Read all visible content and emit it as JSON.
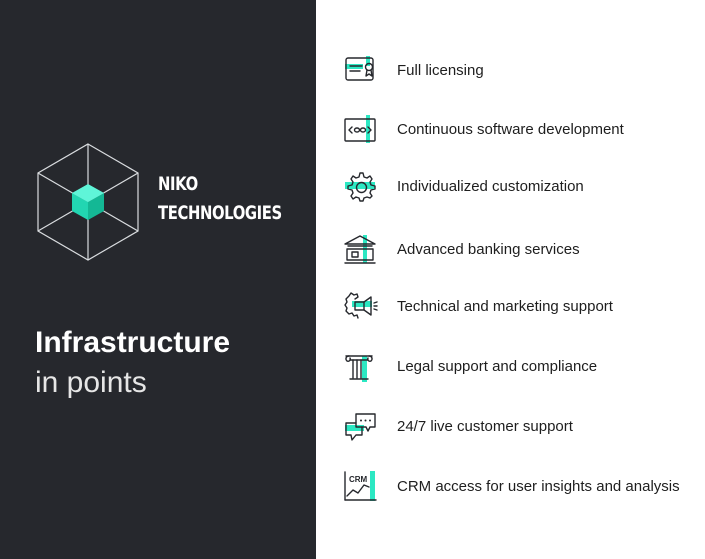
{
  "brand": {
    "line1": "NIKO",
    "line2": "TECHNOLOGIES"
  },
  "headline": {
    "bold": "Infrastructure",
    "light": "in points"
  },
  "colors": {
    "panel": "#26282d",
    "accent": "#2ce8c3",
    "text": "#1e1e1e"
  },
  "features": [
    {
      "label": "Full licensing",
      "icon": "license-certificate-icon"
    },
    {
      "label": "Continuous software development",
      "icon": "code-window-icon"
    },
    {
      "label": "Individualized customization",
      "icon": "gear-icon"
    },
    {
      "label": "Advanced banking services",
      "icon": "bank-icon"
    },
    {
      "label": "Technical and marketing support",
      "icon": "megaphone-gear-icon"
    },
    {
      "label": "Legal support and compliance",
      "icon": "column-pillar-icon"
    },
    {
      "label": "24/7 live customer support",
      "icon": "chat-bubbles-icon"
    },
    {
      "label": "CRM access for user insights and analysis",
      "icon": "crm-chart-icon"
    }
  ]
}
